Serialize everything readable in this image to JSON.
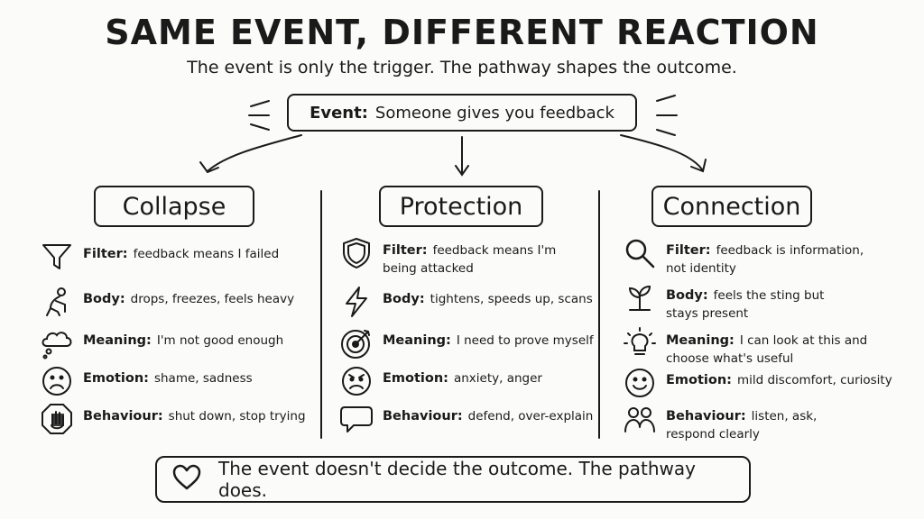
{
  "title": "SAME EVENT, DIFFERENT REACTION",
  "subtitle": "The event is only the trigger. The pathway shapes the outcome.",
  "event": {
    "label": "Event:",
    "text": "Someone gives you feedback"
  },
  "columns": [
    {
      "heading": "Collapse",
      "rows": [
        {
          "icon": "funnel-icon",
          "label": "Filter:",
          "text": "feedback means I failed"
        },
        {
          "icon": "slumped-person-icon",
          "label": "Body:",
          "text": "drops, freezes, feels heavy"
        },
        {
          "icon": "thought-cloud-icon",
          "label": "Meaning:",
          "text": "I'm not good enough"
        },
        {
          "icon": "sad-face-icon",
          "label": "Emotion:",
          "text": "shame, sadness"
        },
        {
          "icon": "stop-hand-icon",
          "label": "Behaviour:",
          "text": "shut down, stop trying"
        }
      ]
    },
    {
      "heading": "Protection",
      "rows": [
        {
          "icon": "shield-icon",
          "label": "Filter:",
          "text": "feedback means I'm being attacked"
        },
        {
          "icon": "lightning-icon",
          "label": "Body:",
          "text": "tightens, speeds up, scans"
        },
        {
          "icon": "target-icon",
          "label": "Meaning:",
          "text": "I need to prove myself"
        },
        {
          "icon": "angry-face-icon",
          "label": "Emotion:",
          "text": "anxiety, anger"
        },
        {
          "icon": "speech-bubble-icon",
          "label": "Behaviour:",
          "text": "defend, over-explain"
        }
      ]
    },
    {
      "heading": "Connection",
      "rows": [
        {
          "icon": "magnifier-icon",
          "label": "Filter:",
          "text": "feedback is information, not identity"
        },
        {
          "icon": "sprout-icon",
          "label": "Body:",
          "text": "feels the sting but stays present"
        },
        {
          "icon": "lightbulb-icon",
          "label": "Meaning:",
          "text": "I can look at this and choose what's useful"
        },
        {
          "icon": "smile-face-icon",
          "label": "Emotion:",
          "text": "mild discomfort, curiosity"
        },
        {
          "icon": "people-icon",
          "label": "Behaviour:",
          "text": "listen, ask, respond clearly"
        }
      ]
    }
  ],
  "footer": {
    "icon": "heart-icon",
    "text": "The event doesn't decide the outcome. The pathway does."
  }
}
